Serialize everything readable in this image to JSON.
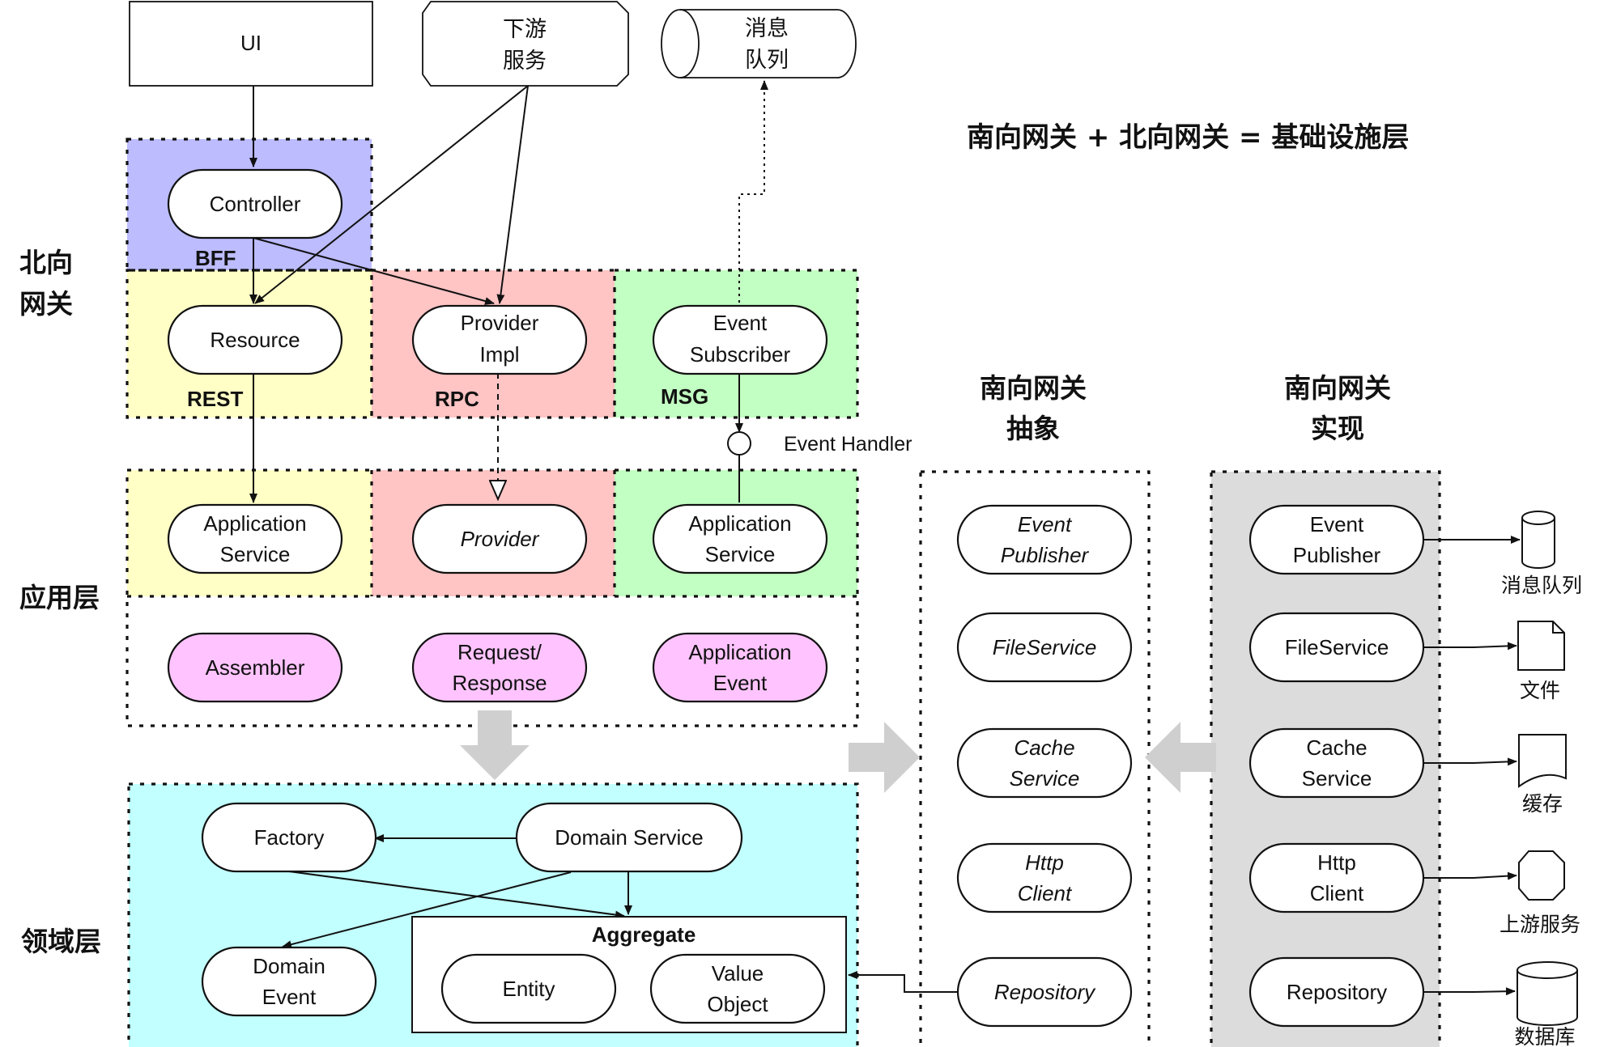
{
  "colors": {
    "bff": "#bcbcff",
    "rest": "#ffffc6",
    "rpc": "#ffc4c4",
    "msg": "#c2ffc2",
    "magenta": "#ffc4ff",
    "domain": "#c2ffff",
    "impl_bg": "#dcdcdc",
    "arrow_gray": "#cfcfcf"
  },
  "top": {
    "ui": "UI",
    "downstream": [
      "下游",
      "服务"
    ],
    "mq": [
      "消息",
      "队列"
    ]
  },
  "headline": "南向网关 + 北向网关 = 基础设施层",
  "side_labels": {
    "north": [
      "北向",
      "网关"
    ],
    "application": "应用层",
    "domain": "领域层"
  },
  "north_gateway": {
    "controller": "Controller",
    "bff": "BFF",
    "resource": "Resource",
    "rest": "REST",
    "provider_impl": [
      "Provider",
      "Impl"
    ],
    "rpc": "RPC",
    "event_subscriber": [
      "Event",
      "Subscriber"
    ],
    "msg": "MSG",
    "event_handler": "Event Handler"
  },
  "application": {
    "app_service_left": [
      "Application",
      "Service"
    ],
    "provider": "Provider",
    "app_service_right": [
      "Application",
      "Service"
    ],
    "assembler": "Assembler",
    "request_response": [
      "Request/",
      "Response"
    ],
    "application_event": [
      "Application",
      "Event"
    ]
  },
  "domain": {
    "factory": "Factory",
    "domain_service": "Domain Service",
    "aggregate": "Aggregate",
    "domain_event": [
      "Domain",
      "Event"
    ],
    "entity": "Entity",
    "value_object": [
      "Value",
      "Object"
    ]
  },
  "south_abstract": {
    "title": [
      "南向网关",
      "抽象"
    ],
    "items": [
      [
        "Event",
        "Publisher"
      ],
      [
        "FileService"
      ],
      [
        "Cache",
        "Service"
      ],
      [
        "Http",
        "Client"
      ],
      [
        "Repository"
      ]
    ]
  },
  "south_impl": {
    "title": [
      "南向网关",
      "实现"
    ],
    "items": [
      [
        "Event",
        "Publisher"
      ],
      [
        "FileService"
      ],
      [
        "Cache",
        "Service"
      ],
      [
        "Http",
        "Client"
      ],
      [
        "Repository"
      ]
    ]
  },
  "resources": [
    "消息队列",
    "文件",
    "缓存",
    "上游服务",
    "数据库"
  ]
}
